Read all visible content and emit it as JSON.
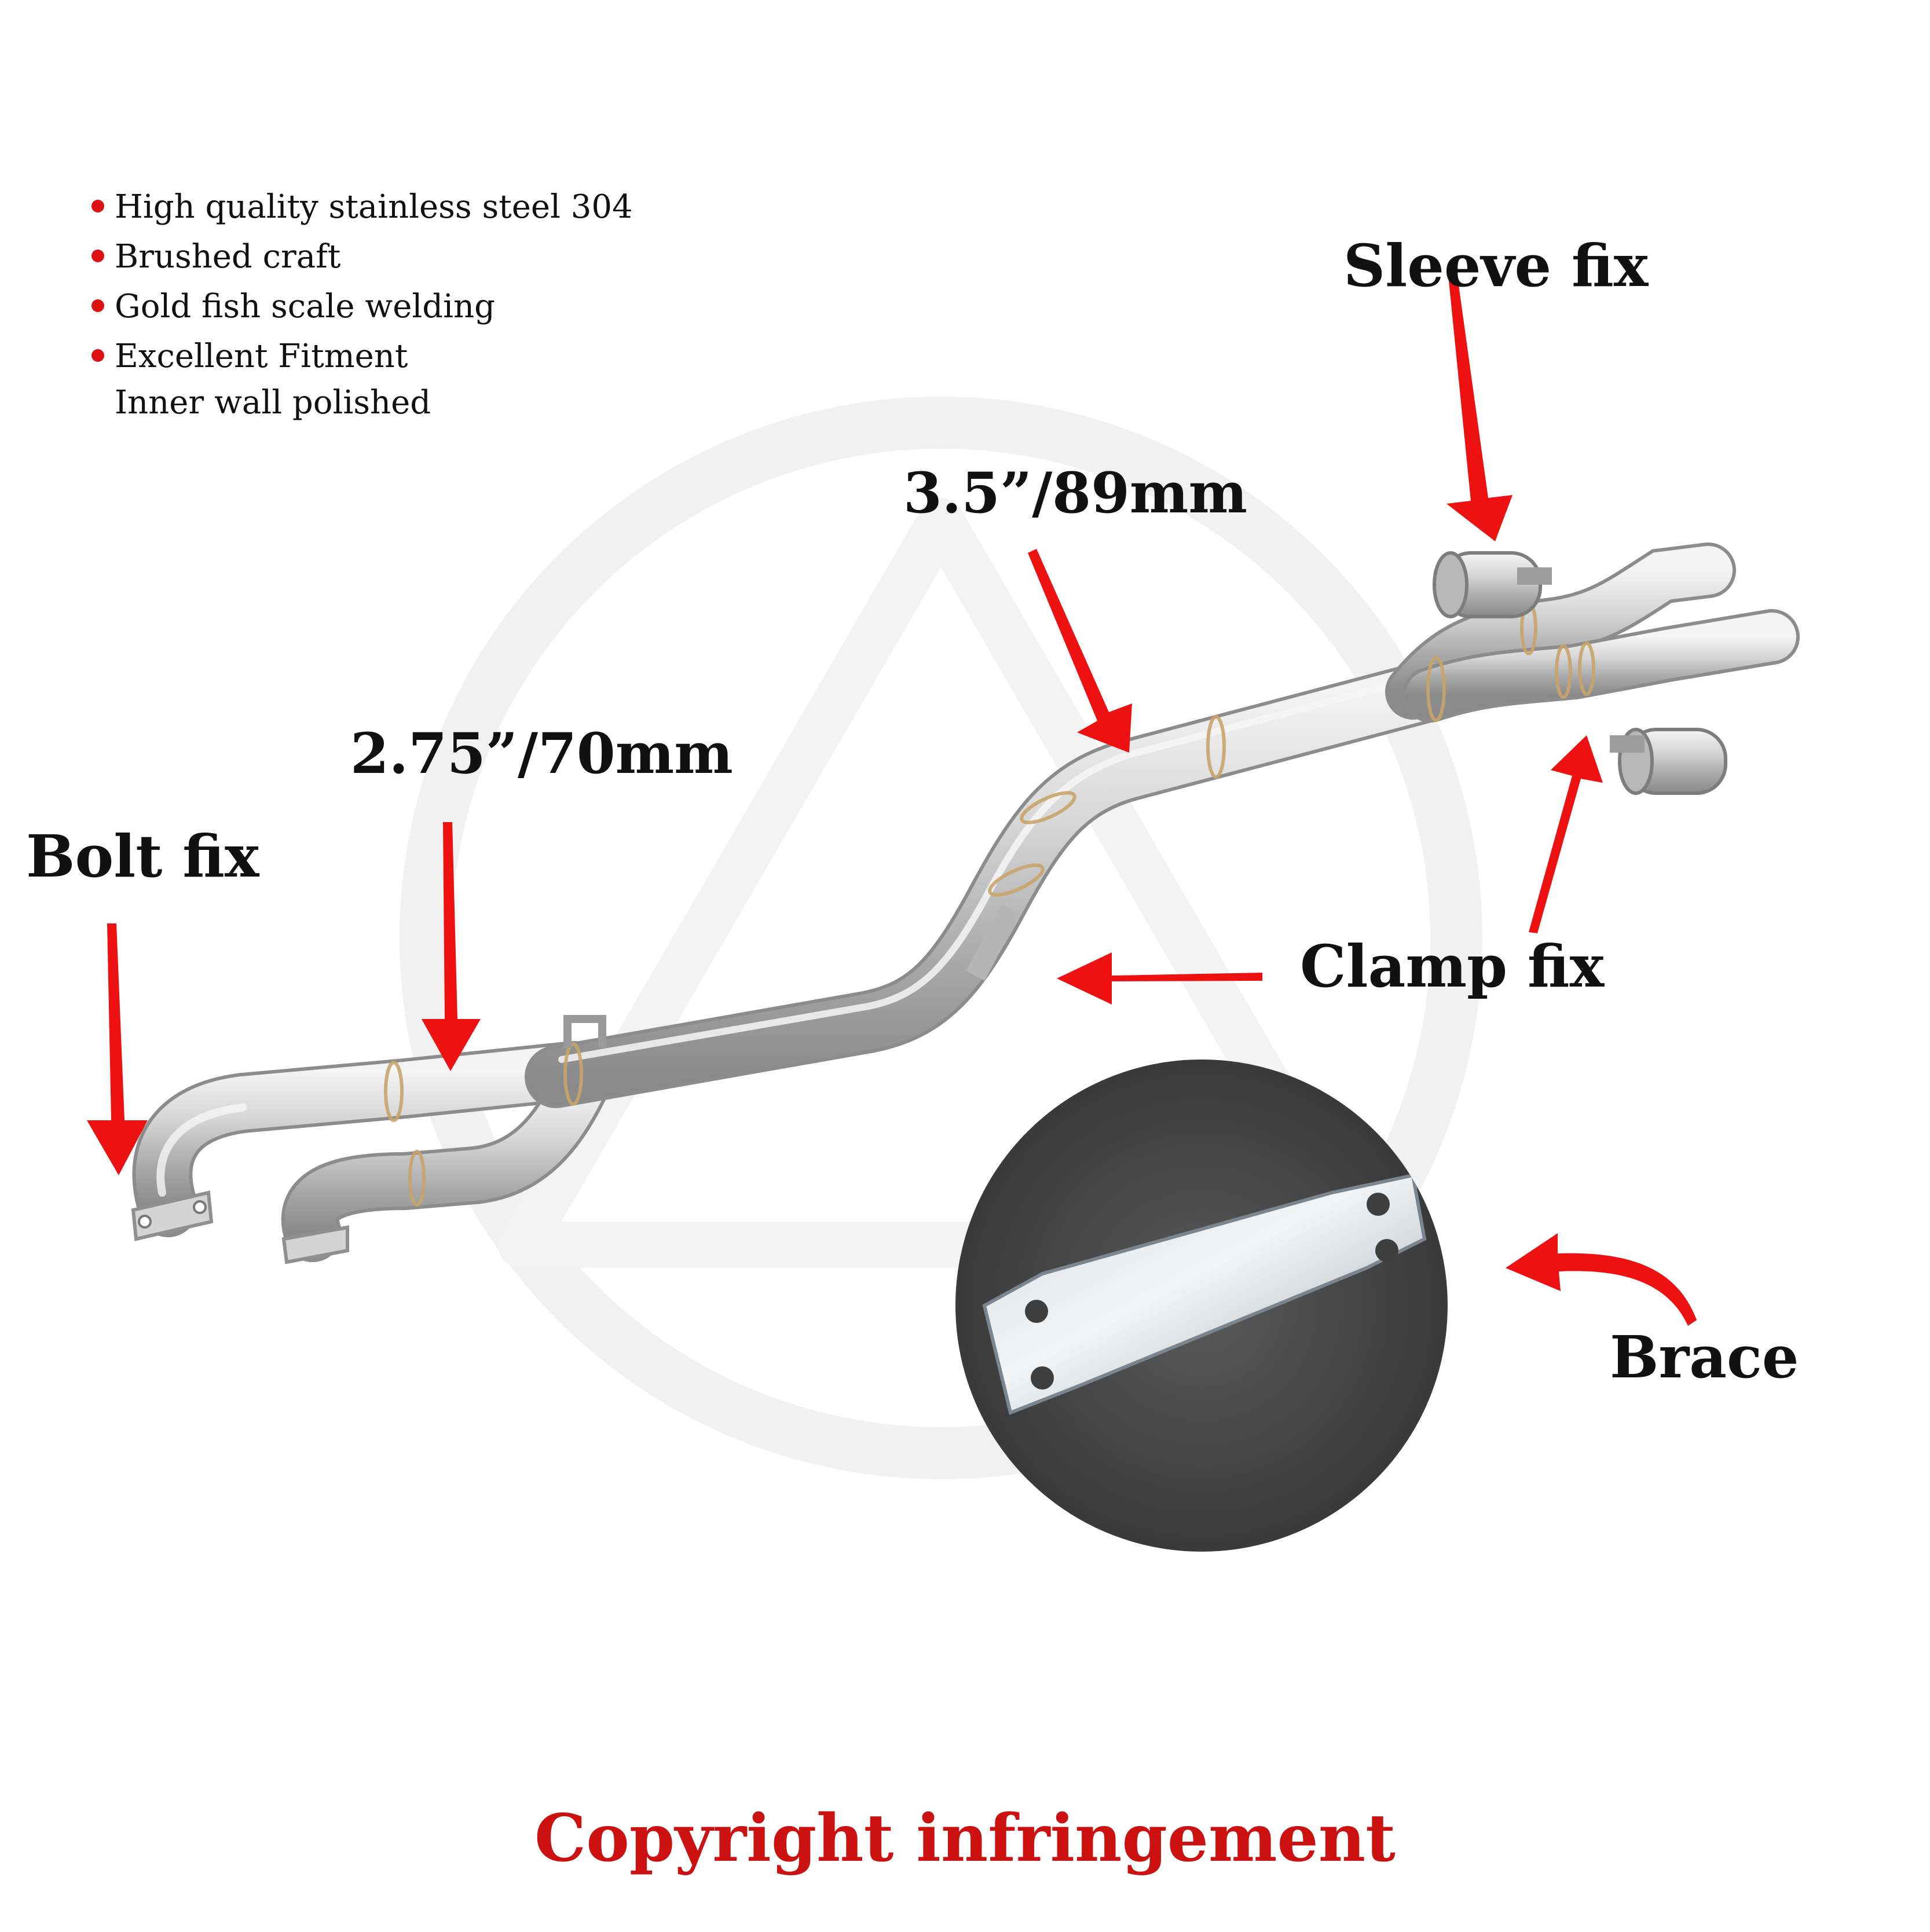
{
  "features": [
    {
      "text": "High quality stainless steel 304",
      "bullet": true
    },
    {
      "text": "Brushed craft",
      "bullet": true
    },
    {
      "text": "Gold fish scale welding",
      "bullet": true
    },
    {
      "text": "Excellent Fitment",
      "bullet": true
    },
    {
      "text": "Inner wall polished",
      "bullet": false
    }
  ],
  "labels": {
    "sleeve_fix": "Sleeve fix",
    "pipe_large": "3.5”/89mm",
    "pipe_small": "2.75”/70mm",
    "bolt_fix": "Bolt fix",
    "clamp_fix": "Clamp fix",
    "brace": "Brace"
  },
  "copyright": "Copyright infringement",
  "colors": {
    "arrow": "#ee1111",
    "bullet": "#dd1111",
    "copyright": "#cc1111",
    "text": "#111111",
    "pipe": "#c9c9c9",
    "watermark": "#f1f1f1",
    "brace_background": "#4a4a4a"
  },
  "icons": {
    "bullet": "red-dot-icon",
    "arrow": "red-arrow-icon",
    "watermark": "circle-triangle-logo"
  }
}
